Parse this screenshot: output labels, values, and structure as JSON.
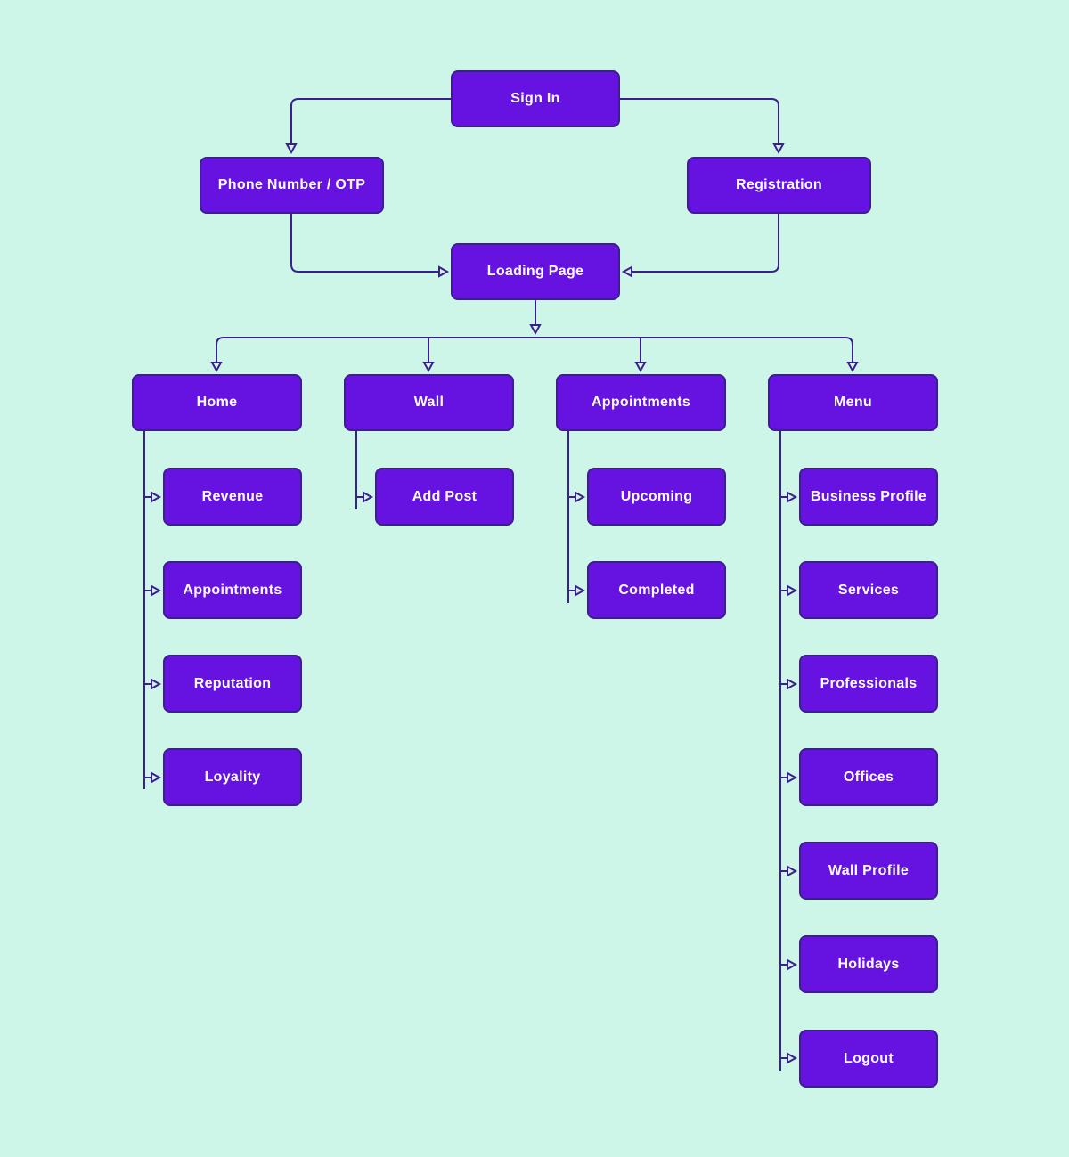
{
  "colors": {
    "background": "#cdf5e8",
    "node_fill": "#6612e0",
    "node_border": "#3b1f8a",
    "connector": "#3b1f8a",
    "node_text": "#ffffff"
  },
  "nodes": {
    "sign_in": "Sign In",
    "phone_otp": "Phone Number / OTP",
    "registration": "Registration",
    "loading_page": "Loading Page",
    "home": "Home",
    "wall": "Wall",
    "appointments": "Appointments",
    "menu": "Menu",
    "home_revenue": "Revenue",
    "home_appointments": "Appointments",
    "home_reputation": "Reputation",
    "home_loyality": "Loyality",
    "wall_add_post": "Add Post",
    "appt_upcoming": "Upcoming",
    "appt_completed": "Completed",
    "menu_business_profile": "Business Profile",
    "menu_services": "Services",
    "menu_professionals": "Professionals",
    "menu_offices": "Offices",
    "menu_wall_profile": "Wall Profile",
    "menu_holidays": "Holidays",
    "menu_logout": "Logout"
  },
  "edges": [
    [
      "sign_in",
      "phone_otp"
    ],
    [
      "sign_in",
      "registration"
    ],
    [
      "phone_otp",
      "loading_page"
    ],
    [
      "registration",
      "loading_page"
    ],
    [
      "loading_page",
      "home"
    ],
    [
      "loading_page",
      "wall"
    ],
    [
      "loading_page",
      "appointments"
    ],
    [
      "loading_page",
      "menu"
    ],
    [
      "home",
      "home_revenue"
    ],
    [
      "home",
      "home_appointments"
    ],
    [
      "home",
      "home_reputation"
    ],
    [
      "home",
      "home_loyality"
    ],
    [
      "wall",
      "wall_add_post"
    ],
    [
      "appointments",
      "appt_upcoming"
    ],
    [
      "appointments",
      "appt_completed"
    ],
    [
      "menu",
      "menu_business_profile"
    ],
    [
      "menu",
      "menu_services"
    ],
    [
      "menu",
      "menu_professionals"
    ],
    [
      "menu",
      "menu_offices"
    ],
    [
      "menu",
      "menu_wall_profile"
    ],
    [
      "menu",
      "menu_holidays"
    ],
    [
      "menu",
      "menu_logout"
    ]
  ]
}
